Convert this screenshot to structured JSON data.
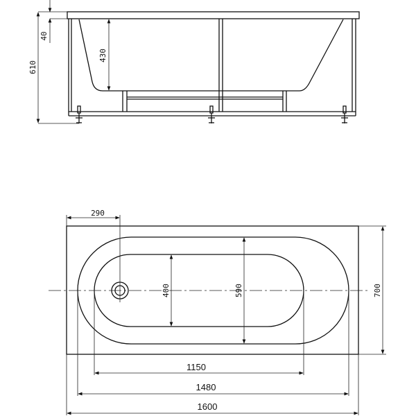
{
  "side_view": {
    "dimensions": {
      "total_height": "610",
      "rim_thickness": "40",
      "basin_depth": "430"
    }
  },
  "top_view": {
    "dimensions": {
      "drain_offset": "290",
      "inner_width": "400",
      "outer_bowl_width": "590",
      "overall_width": "700",
      "inner_length": "1150",
      "bowl_length": "1480",
      "overall_length": "1600"
    }
  },
  "colors": {
    "line": "#111111",
    "background": "#ffffff"
  }
}
